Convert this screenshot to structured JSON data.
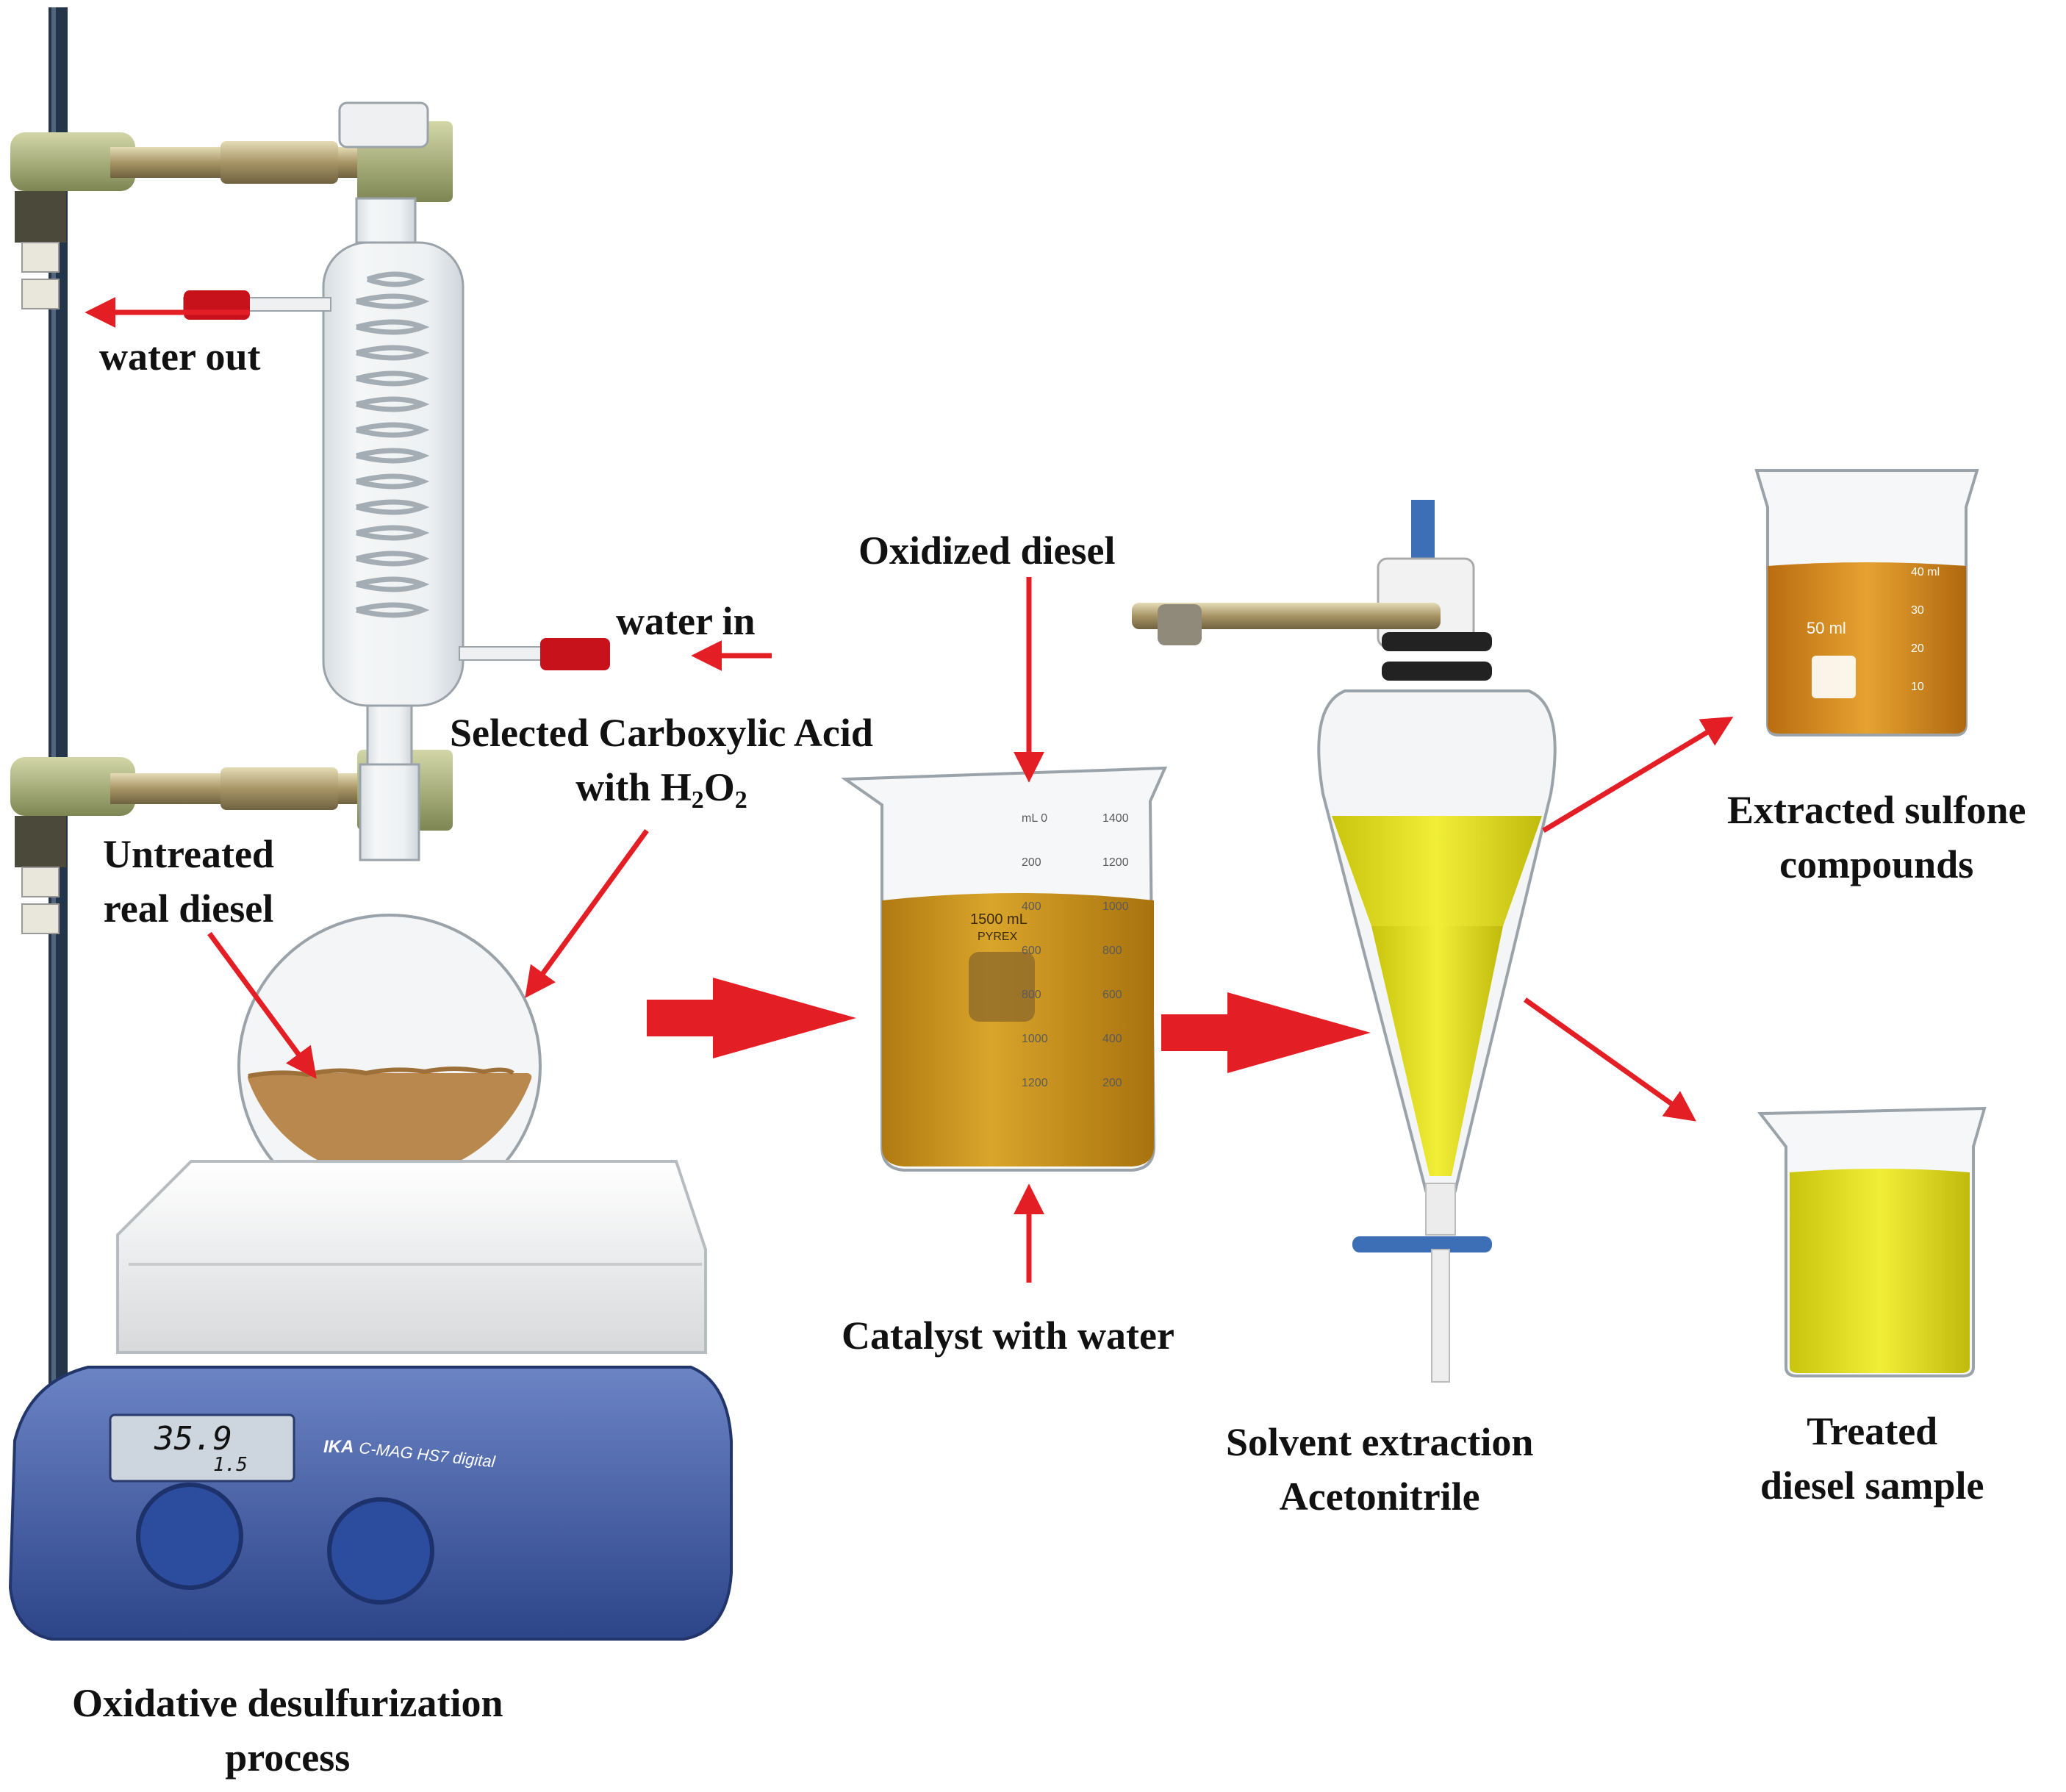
{
  "diagram": {
    "labels": {
      "water_out": "water out",
      "water_in": "water in",
      "untreated": [
        "Untreated",
        "real diesel"
      ],
      "acid": {
        "line1": "Selected Carboxylic Acid",
        "line2_prefix": "with H",
        "sub1": "2",
        "mid": "O",
        "sub2": "2"
      },
      "oxidized": "Oxidized diesel",
      "catalyst": "Catalyst with water",
      "extraction": [
        "Solvent extraction",
        "Acetonitrile"
      ],
      "sulfone": [
        "Extracted sulfone",
        "compounds"
      ],
      "treated": [
        "Treated",
        "diesel sample"
      ],
      "ods": [
        "Oxidative desulfurization",
        "process"
      ]
    },
    "instrument": {
      "display_main": "35.9",
      "display_sub": "1.5",
      "brand": "IKA",
      "model": "C-MAG HS7 digital"
    },
    "beaker_markings": {
      "large_left": [
        "mL 0",
        "200",
        "400",
        "600",
        "800",
        "1000",
        "1200"
      ],
      "large_right": [
        "1400",
        "1200",
        "1000",
        "800",
        "600",
        "400",
        "200"
      ],
      "large_capacity": "1500 mL",
      "large_brand": "PYREX",
      "small_capacity": "50 ml",
      "small_marks": [
        "40 ml",
        "30",
        "20",
        "10"
      ]
    },
    "colors": {
      "arrow": "#e31e24",
      "diesel_orange": "#c98a1c",
      "diesel_yellow": "#e6e21a",
      "sand": "#b8884f",
      "stirrer_blue": "#3b5aa6"
    }
  }
}
